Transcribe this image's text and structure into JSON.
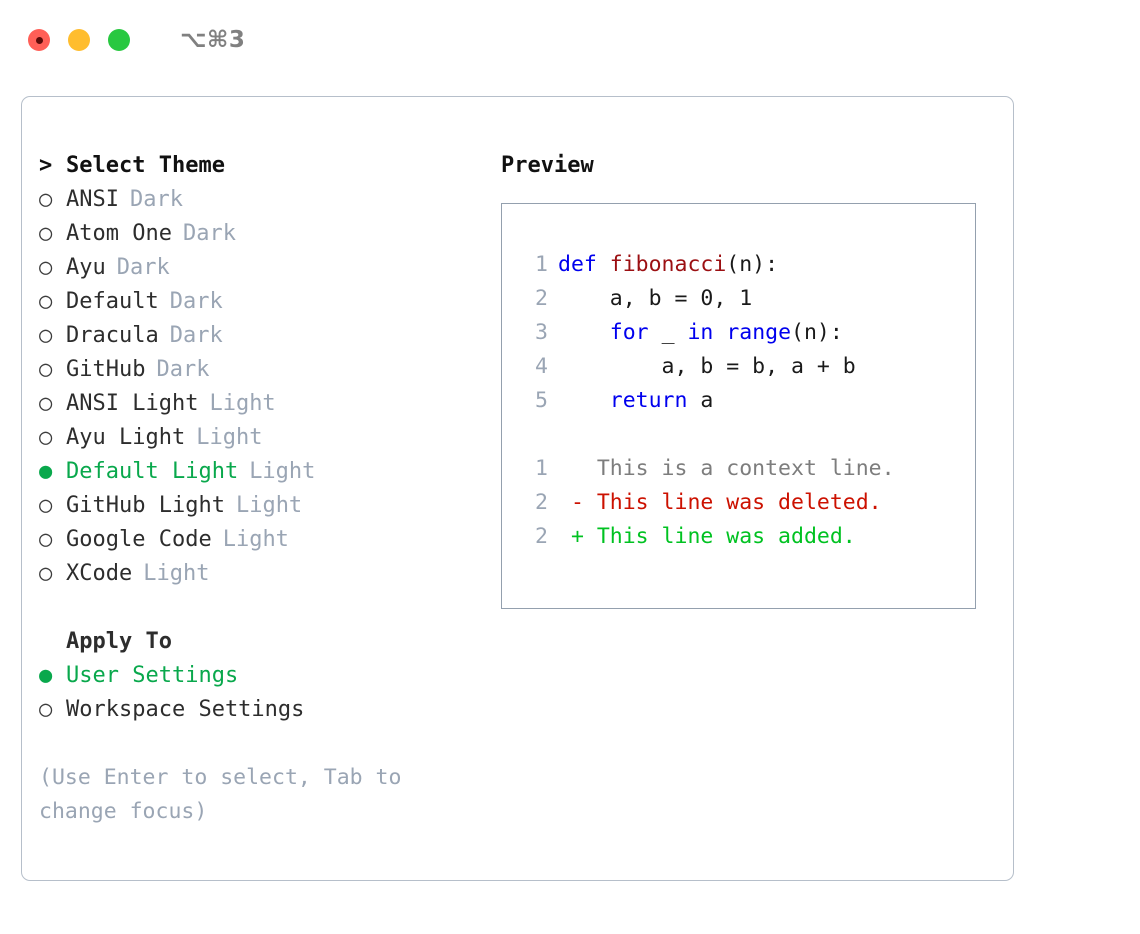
{
  "titlebar": {
    "shortcut": "⌥⌘3",
    "buttons": [
      {
        "name": "close",
        "color": "#ff5f57"
      },
      {
        "name": "minimize",
        "color": "#ffbd2e"
      },
      {
        "name": "maximize",
        "color": "#28c840"
      }
    ]
  },
  "colors": {
    "selected_green": "#09a84c",
    "badge_grey": "#9aa5b4",
    "hint_grey": "#9aa5b4",
    "keyword_blue": "#0000ee",
    "function_red": "#9b0f12",
    "diff_deleted": "#cc1100",
    "diff_added": "#00c221",
    "panel_border": "#b6bfca",
    "preview_border": "#94a0ae"
  },
  "markers": {
    "selected": "●",
    "unselected": "○",
    "cursor": ">"
  },
  "theme_list": {
    "header_label": "Select Theme",
    "items": [
      {
        "label": "ANSI",
        "badge": "Dark",
        "selected": false
      },
      {
        "label": "Atom One",
        "badge": "Dark",
        "selected": false
      },
      {
        "label": "Ayu",
        "badge": "Dark",
        "selected": false
      },
      {
        "label": "Default",
        "badge": "Dark",
        "selected": false
      },
      {
        "label": "Dracula",
        "badge": "Dark",
        "selected": false
      },
      {
        "label": "GitHub",
        "badge": "Dark",
        "selected": false
      },
      {
        "label": "ANSI Light",
        "badge": "Light",
        "selected": false
      },
      {
        "label": "Ayu Light",
        "badge": "Light",
        "selected": false
      },
      {
        "label": "Default Light",
        "badge": "Light",
        "selected": true
      },
      {
        "label": "GitHub Light",
        "badge": "Light",
        "selected": false
      },
      {
        "label": "Google Code",
        "badge": "Light",
        "selected": false
      },
      {
        "label": "XCode",
        "badge": "Light",
        "selected": false
      }
    ]
  },
  "apply_to": {
    "title": "Apply To",
    "options": [
      {
        "label": "User Settings",
        "selected": true
      },
      {
        "label": "Workspace Settings",
        "selected": false
      }
    ]
  },
  "hint": "(Use Enter to select, Tab to change focus)",
  "preview": {
    "title": "Preview",
    "code_lines": [
      {
        "no": "1",
        "tokens": [
          {
            "t": "def ",
            "k": "kw"
          },
          {
            "t": "fibonacci",
            "k": "fn"
          },
          {
            "t": "(n):",
            "k": "plain"
          }
        ]
      },
      {
        "no": "2",
        "tokens": [
          {
            "t": "    a, b = 0, 1",
            "k": "plain"
          }
        ]
      },
      {
        "no": "3",
        "tokens": [
          {
            "t": "    ",
            "k": "plain"
          },
          {
            "t": "for",
            "k": "kw"
          },
          {
            "t": " _ ",
            "k": "plain"
          },
          {
            "t": "in ",
            "k": "kw"
          },
          {
            "t": "range",
            "k": "kw"
          },
          {
            "t": "(n):",
            "k": "plain"
          }
        ]
      },
      {
        "no": "4",
        "tokens": [
          {
            "t": "        a, b = b, a + b",
            "k": "plain"
          }
        ]
      },
      {
        "no": "5",
        "tokens": [
          {
            "t": "    ",
            "k": "plain"
          },
          {
            "t": "return",
            "k": "kw"
          },
          {
            "t": " a",
            "k": "plain"
          }
        ]
      }
    ],
    "diff_lines": [
      {
        "no": "1",
        "sign": " ",
        "text": "This is a context line.",
        "kind": "ctx"
      },
      {
        "no": "2",
        "sign": "-",
        "text": "This line was deleted.",
        "kind": "del"
      },
      {
        "no": "2",
        "sign": "+",
        "text": "This line was added.",
        "kind": "add"
      }
    ]
  }
}
